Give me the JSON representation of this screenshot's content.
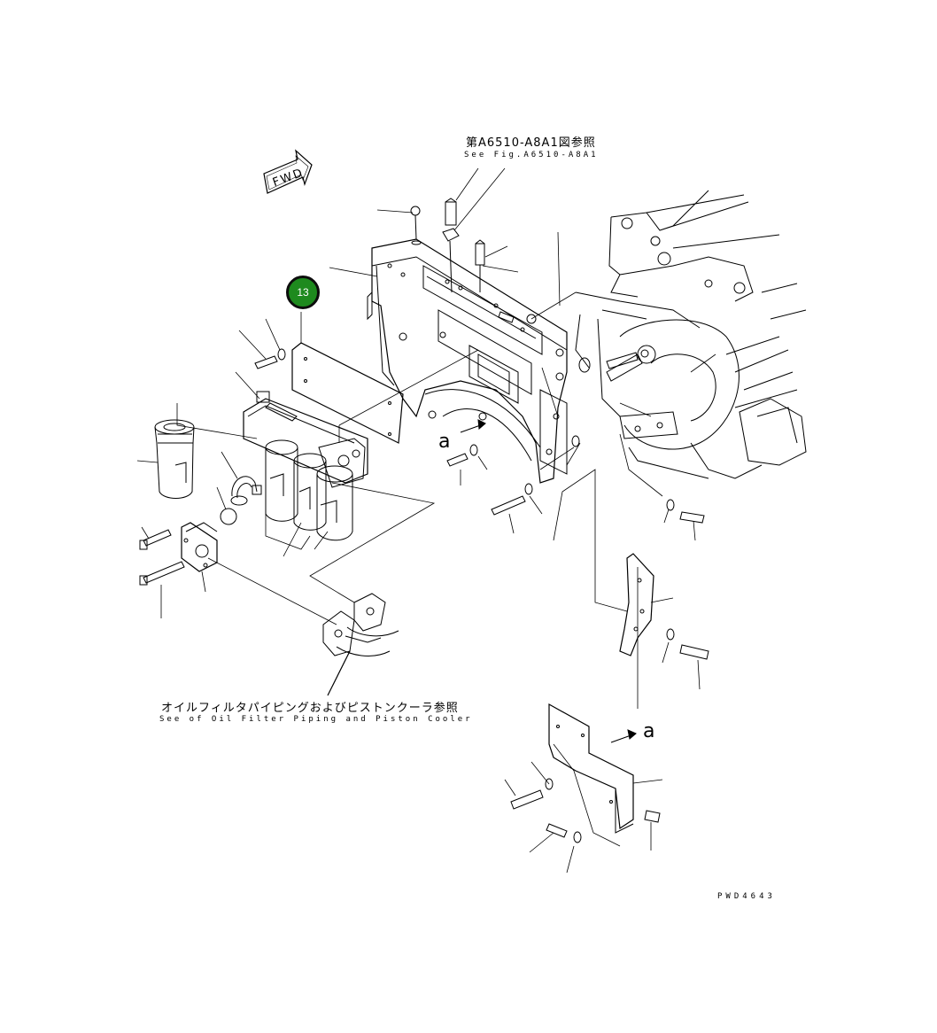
{
  "references": {
    "fig_ref_jp": "第A6510-A8A1図参照",
    "fig_ref_en": "See Fig.A6510-A8A1",
    "oil_ref_jp": "オイルフィルタパイピングおよびピストンクーラ参照",
    "oil_ref_en": "See of Oil Filter Piping and Piston Cooler"
  },
  "arrow_label": "FWD",
  "view_marker": "a",
  "view_marker_2": "a",
  "callout": {
    "number": "13",
    "color": "#1e8a1e"
  },
  "figure_code": "PWD4643"
}
